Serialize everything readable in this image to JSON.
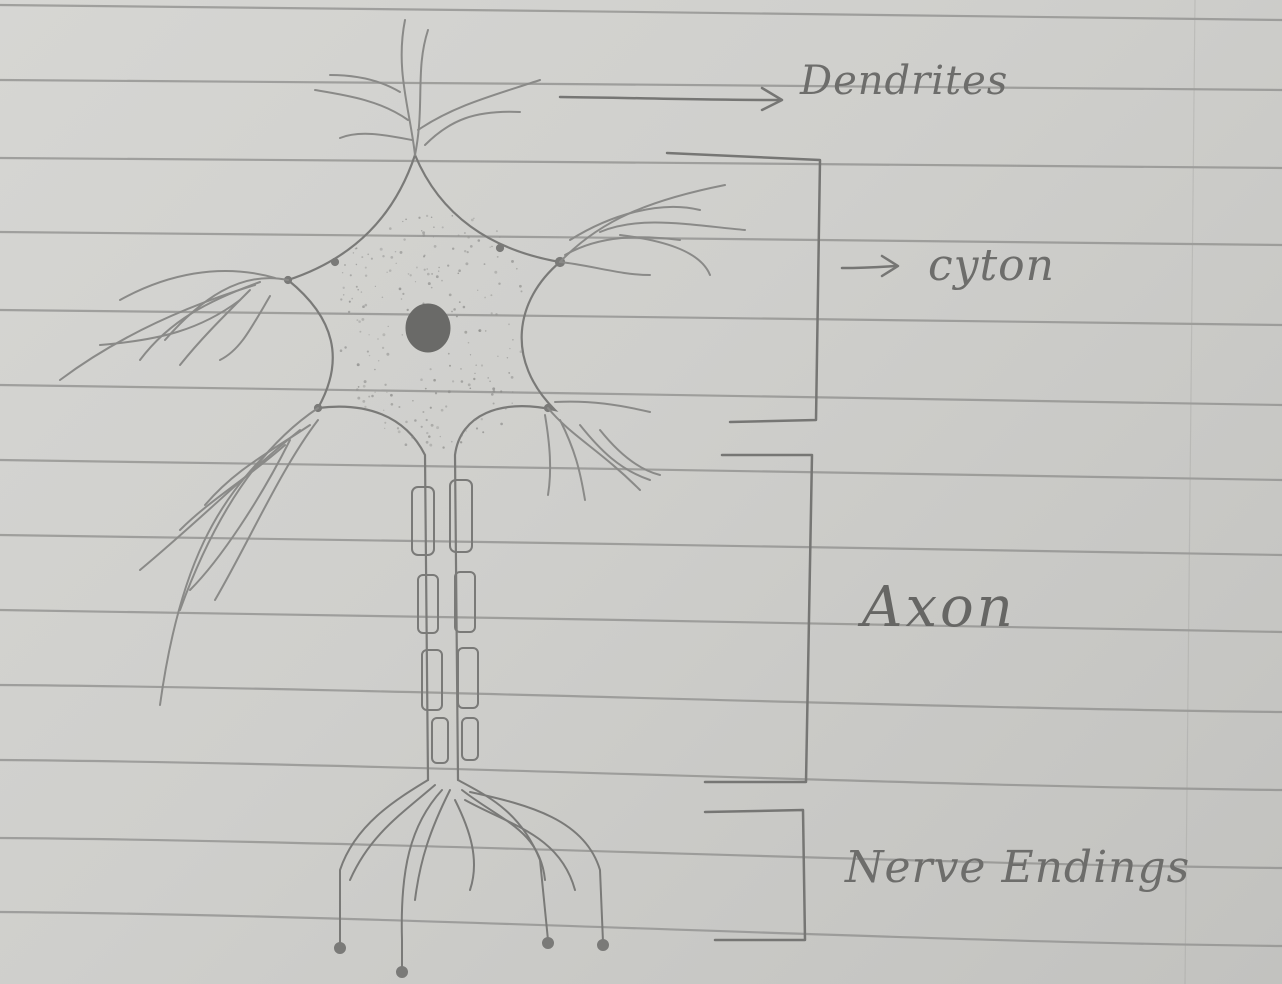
{
  "labels": {
    "dendrites": "Dendrites",
    "cyton": "cyton",
    "axon": "Axon",
    "nerve_endings": "Nerve Endings"
  },
  "colors": {
    "paper": "#d3d3d0",
    "ruled_line": "#8c8c8a",
    "pencil": "#7a7a78",
    "nucleus": "#6a6a68"
  }
}
